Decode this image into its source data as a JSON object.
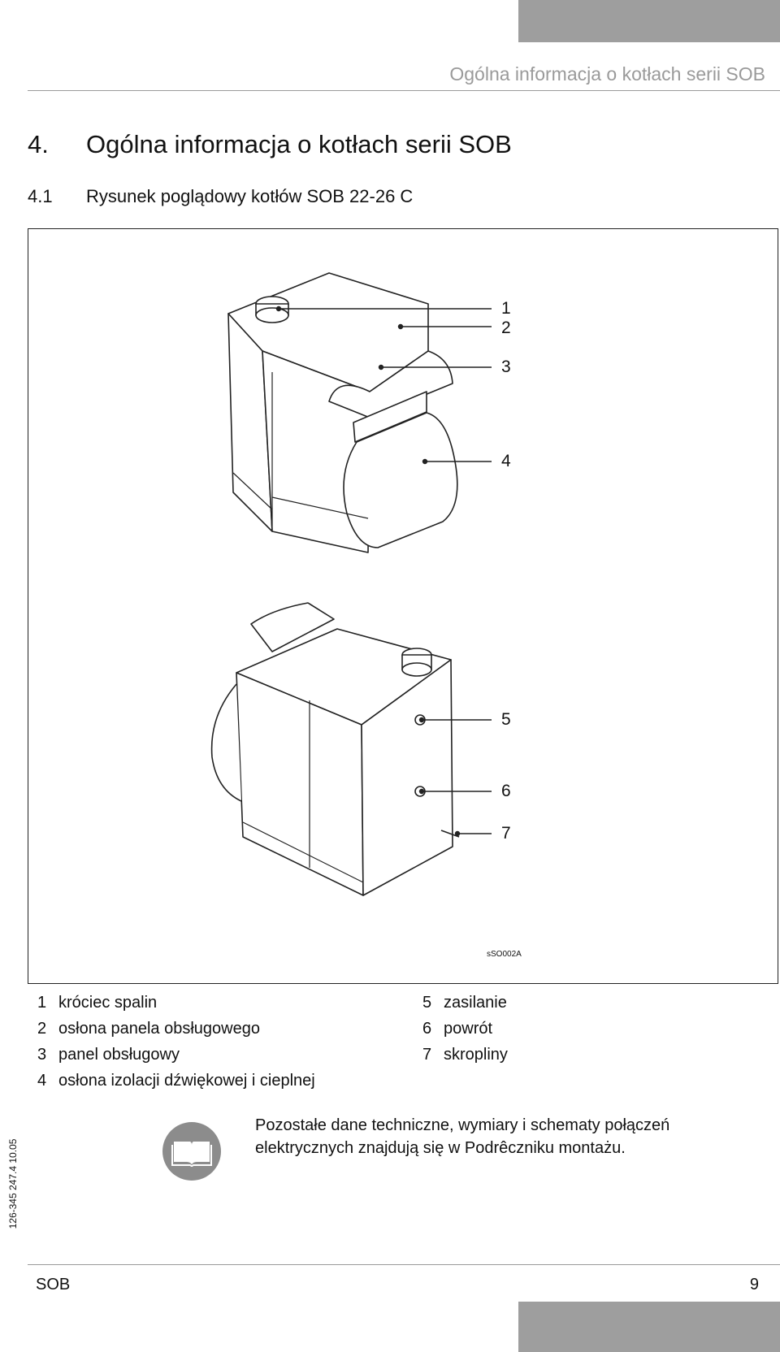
{
  "header": {
    "running_title": "Ogólna informacja o kotłach serii SOB"
  },
  "section": {
    "number": "4.",
    "title": "Ogólna informacja o kotłach serii SOB"
  },
  "subsection": {
    "number": "4.1",
    "title": "Rysunek poglądowy kotłów SOB 22-26 C"
  },
  "figure": {
    "id": "sSO002A",
    "callouts": [
      "1",
      "2",
      "3",
      "4",
      "5",
      "6",
      "7"
    ]
  },
  "legend": {
    "left": [
      {
        "n": "1",
        "text": "króciec spalin"
      },
      {
        "n": "2",
        "text": "osłona panela obsługowego"
      },
      {
        "n": "3",
        "text": "panel obsługowy"
      },
      {
        "n": "4",
        "text": "osłona izolacji dźwiękowej i cieplnej"
      }
    ],
    "right": [
      {
        "n": "5",
        "text": "zasilanie"
      },
      {
        "n": "6",
        "text": "powrót"
      },
      {
        "n": "7",
        "text": "skropliny"
      }
    ]
  },
  "note": {
    "icon": "book-icon",
    "lines": [
      "Pozostałe dane techniczne, wymiary i schematy połączeń",
      "elektrycznych znajdują się w Podrêczniku montażu."
    ]
  },
  "side_code": "126-345 247.4 10.05",
  "footer": {
    "left": "SOB",
    "right": "9"
  }
}
